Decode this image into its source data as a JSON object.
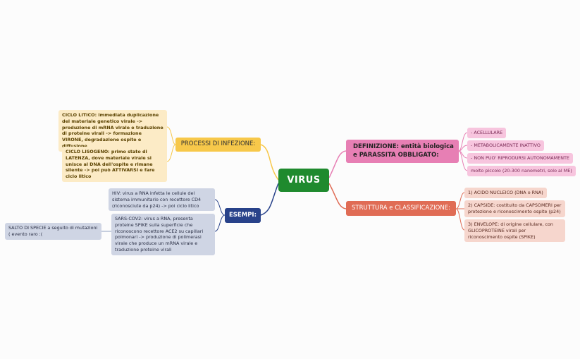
{
  "central": {
    "label": "VIRUS"
  },
  "branches": {
    "processi": {
      "label": "PROCESSI DI INFEZIONE:",
      "items": [
        "CICLO LITICO: immediata duplicazione del materiale genetico virale -> produzione di mRNA virale e traduzione di proteine virali -> formazione VIRONE, degradazione ospite e diffusione",
        "CICLO LISOGENO: primo stato di LATENZA, dove materiale virale si unisce al DNA dell'ospite e rimane silente -> poi può ATTIVARSI e fare ciclo litico"
      ]
    },
    "esempi": {
      "label": "ESEMPI:",
      "items": [
        "HIV: virus a RNA infetta le cellule del sistema immunitario con recettore CD4 (riconosciute da p24) -> poi ciclo litico",
        "SARS-COV2: virus a RNA, presenta proteine SPIKE sulla superficie che riconoscono recettore ACE2 su capillari polmonari -> produzione di polimerasi virale che produce un mRNA virale e traduzione proteine virali"
      ],
      "subitem": "SALTO DI SPECIE a seguito di mutazioni ( evento raro :("
    },
    "definizione": {
      "label": "DEFINIZIONE: entità biologica e PARASSITA OBBLIGATO:",
      "items": [
        "- ACELLULARE",
        "- METABOLICAMENTE INATTIVO",
        "- NON PUO' RIPRODURSI AUTONOMAMENTE",
        "molto piccolo (20-300 nanometri, solo al ME)"
      ]
    },
    "struttura": {
      "label": "STRUTTURA e CLASSIFICAZIONE:",
      "items": [
        "1) ACIDO NUCLEICO (DNA o RNA)",
        "2) CAPSIDE: costituito da CAPSOMERI per protezione e riconoscimento ospite (p24)",
        "3) ENVELOPE: di origine cellulare, con GLICOPROTEINE virali per riconoscimento ospite (SPIKE)"
      ]
    }
  },
  "colors": {
    "central": "#1f8a2e",
    "processi": "#f7c84a",
    "esempi": "#28428a",
    "definizione": "#e77fb4",
    "struttura": "#e06c55"
  }
}
